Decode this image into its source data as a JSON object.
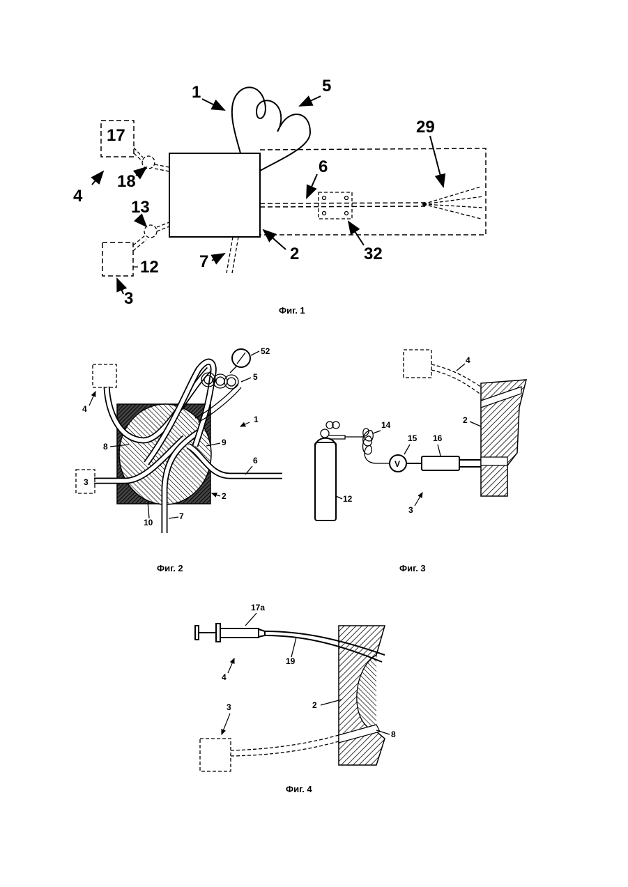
{
  "figures": {
    "fig1": {
      "caption": "Фиг. 1",
      "labels": {
        "l1": "1",
        "l2": "2",
        "l3": "3",
        "l4": "4",
        "l5": "5",
        "l6": "6",
        "l7": "7",
        "l12": "12",
        "l13": "13",
        "l17": "17",
        "l18": "18",
        "l29": "29",
        "l32": "32"
      }
    },
    "fig2": {
      "caption": "Фиг. 2",
      "labels": {
        "l1": "1",
        "l2": "2",
        "l3": "3",
        "l4": "4",
        "l5": "5",
        "l6": "6",
        "l7": "7",
        "l8": "8",
        "l9": "9",
        "l10": "10",
        "l52": "52"
      }
    },
    "fig3": {
      "caption": "Фиг. 3",
      "labels": {
        "l2": "2",
        "l3": "3",
        "l4": "4",
        "l12": "12",
        "l14": "14",
        "l15": "15",
        "l16": "16",
        "gauge": "V"
      }
    },
    "fig4": {
      "caption": "Фиг. 4",
      "labels": {
        "l2": "2",
        "l3": "3",
        "l4": "4",
        "l8": "8",
        "l17a": "17a",
        "l19": "19"
      }
    }
  }
}
